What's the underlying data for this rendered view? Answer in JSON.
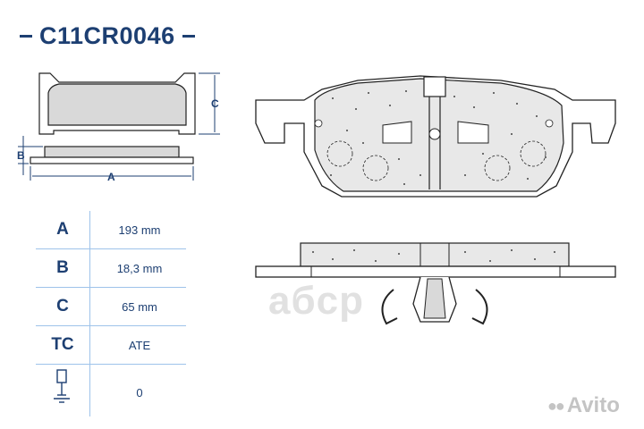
{
  "product_code": "C11CR0046",
  "dimension_labels": {
    "a": "A",
    "b": "B",
    "c": "C"
  },
  "specs": [
    {
      "key": "A",
      "value": "193 mm"
    },
    {
      "key": "B",
      "value": "18,3 mm"
    },
    {
      "key": "C",
      "value": "65 mm"
    },
    {
      "key": "TC",
      "value": "ATE"
    },
    {
      "key_icon": "wear-sensor-icon",
      "value": "0"
    }
  ],
  "watermark": "aбcp",
  "avito_watermark": "Avito",
  "colors": {
    "primary": "#1d3f72",
    "grid": "#9ec3ea",
    "pad_fill": "#d9d9d9",
    "outline": "#222222"
  }
}
